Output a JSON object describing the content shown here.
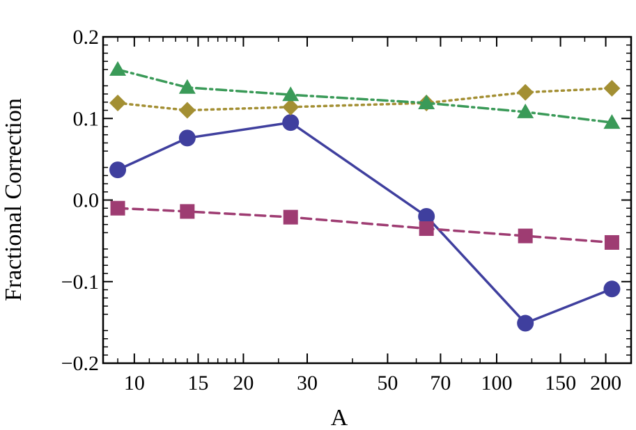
{
  "chart_data": {
    "type": "line",
    "xlabel": "A",
    "ylabel": "Fractional Correction",
    "x_scale": "log",
    "xlim": [
      8.2,
      235
    ],
    "ylim": [
      -0.2,
      0.2
    ],
    "x_ticks": [
      {
        "value": 10,
        "label": "10"
      },
      {
        "value": 15,
        "label": "15"
      },
      {
        "value": 20,
        "label": "20"
      },
      {
        "value": 30,
        "label": "30"
      },
      {
        "value": 50,
        "label": "50"
      },
      {
        "value": 70,
        "label": "70"
      },
      {
        "value": 100,
        "label": "100"
      },
      {
        "value": 150,
        "label": "150"
      },
      {
        "value": 200,
        "label": "200"
      }
    ],
    "y_ticks": [
      {
        "value": 0.2,
        "label": "0.2"
      },
      {
        "value": 0.1,
        "label": "0.1"
      },
      {
        "value": 0.0,
        "label": "0.0"
      },
      {
        "value": -0.1,
        "label": "−0.1"
      },
      {
        "value": -0.2,
        "label": "−0.2"
      }
    ],
    "x": [
      9,
      14,
      27,
      64,
      120,
      208
    ],
    "series": [
      {
        "color": "#3f3f9e",
        "dash": "solid",
        "marker": "circle",
        "values": [
          0.037,
          0.076,
          0.095,
          -0.02,
          -0.151,
          -0.109
        ]
      },
      {
        "color": "#9e3c72",
        "dash": "dashed",
        "marker": "square",
        "values": [
          -0.01,
          -0.014,
          -0.021,
          -0.035,
          -0.044,
          -0.052
        ]
      },
      {
        "color": "#a38f33",
        "dash": "dotted",
        "marker": "diamond",
        "values": [
          0.119,
          0.11,
          0.114,
          0.119,
          0.132,
          0.137
        ]
      },
      {
        "color": "#3a9a58",
        "dash": "dashdot",
        "marker": "triangle",
        "values": [
          0.16,
          0.138,
          0.129,
          0.119,
          0.108,
          0.095
        ]
      }
    ]
  }
}
